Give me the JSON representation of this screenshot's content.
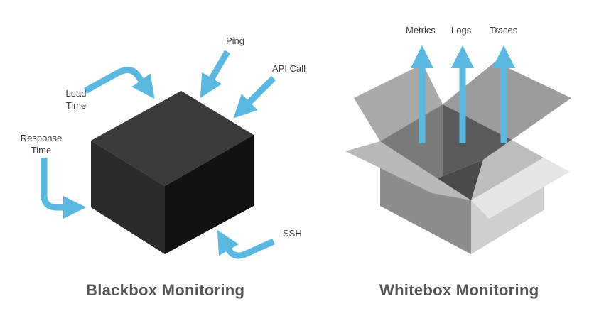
{
  "blackbox": {
    "caption": "Blackbox Monitoring",
    "inputs": {
      "ping": "Ping",
      "api_call": "API Call",
      "load_time": "Load Time",
      "response_time": "Response Time",
      "ssh": "SSH"
    }
  },
  "whitebox": {
    "caption": "Whitebox Monitoring",
    "outputs": {
      "metrics": "Metrics",
      "logs": "Logs",
      "traces": "Traces"
    }
  },
  "colors": {
    "arrow": "#5bb8e0",
    "blackbox_front": "#2a2a2a",
    "blackbox_top": "#3a3a3a",
    "blackbox_side": "#111111",
    "whitebox_gray": "#8e8e8e",
    "whitebox_light": "#d9d9d9"
  }
}
